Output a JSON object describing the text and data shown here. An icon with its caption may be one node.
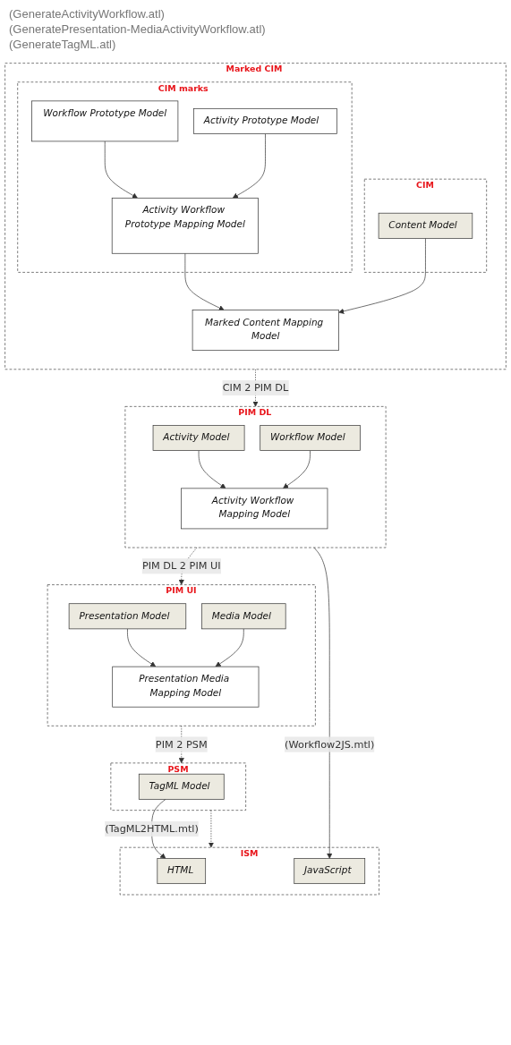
{
  "diagram": {
    "nodes": [
      {
        "text": [
          "Marked CIM"
        ]
      },
      {
        "text": [
          "CIM marks"
        ],
        "in": 0
      },
      {
        "text": [
          "Workflow Prototype Model"
        ],
        "in": 1
      },
      {
        "text": [
          "Activity Prototype Model"
        ],
        "in": 1
      },
      {
        "text": [
          "Activity Workflow Prototype Mapping Model"
        ],
        "in": 1
      },
      {
        "text": [
          "CIM"
        ],
        "in": 0
      },
      {
        "text": [
          "Content Model"
        ],
        "in": 5
      },
      {
        "text": [
          "Marked Content Mapping Model"
        ],
        "in": 0
      },
      {
        "text": [
          "PIM DL"
        ]
      },
      {
        "text": [
          "Activity Model"
        ],
        "in": 8
      },
      {
        "text": [
          "Workflow Model"
        ],
        "in": 8
      },
      {
        "text": [
          "Activity Workflow Mapping Model"
        ],
        "in": 8
      },
      {
        "text": [
          "PIM UI"
        ]
      },
      {
        "text": [
          "Presentation Model"
        ],
        "in": 12
      },
      {
        "text": [
          "Media Model"
        ],
        "in": 12
      },
      {
        "text": [
          "Presentation Media Mapping Model"
        ],
        "in": 12
      },
      {
        "text": [
          "PSM"
        ]
      },
      {
        "text": [
          "TagML Model"
        ],
        "in": 16
      },
      {
        "text": [
          "ISM"
        ]
      },
      {
        "text": [
          "HTML"
        ],
        "in": 18
      },
      {
        "text": [
          "JavaScript"
        ],
        "in": 18
      }
    ],
    "edges": [
      {
        "from": 2,
        "to": 4,
        "arrow": "to"
      },
      {
        "from": 3,
        "to": 4,
        "arrow": "to"
      },
      {
        "from": 4,
        "to": 7,
        "arrow": "to"
      },
      {
        "from": 6,
        "to": 7,
        "arrow": "to"
      },
      {
        "from": 0,
        "to": 8,
        "arrow": "to",
        "style": "dashed",
        "label": "CIM 2 PIM DL"
      },
      {
        "from": 9,
        "to": 11,
        "arrow": "to"
      },
      {
        "from": 10,
        "to": 11,
        "arrow": "to"
      },
      {
        "from": 8,
        "to": 12,
        "arrow": "to",
        "style": "dashed",
        "label": "PIM DL 2 PIM UI"
      },
      {
        "from": 13,
        "to": 15,
        "arrow": "to"
      },
      {
        "from": 14,
        "to": 15,
        "arrow": "to"
      },
      {
        "from": 12,
        "to": 16,
        "arrow": "to",
        "style": "dashed",
        "label": "PIM 2 PSM"
      },
      {
        "from": 17,
        "to": 19,
        "arrow": "to",
        "label": "(TagML2HTML.mtl)"
      },
      {
        "from": 16,
        "to": 18,
        "arrow": "to",
        "style": "dashed"
      },
      {
        "from": 8,
        "to": 20,
        "arrow": "to",
        "label": "(Workflow2JS.mtl)"
      }
    ],
    "labels": [
      "(GenerateActivityWorkflow.atl)",
      "(GeneratePresentation-MediaActivityWorkflow.atl)",
      "(GenerateTagML.atl)"
    ]
  }
}
